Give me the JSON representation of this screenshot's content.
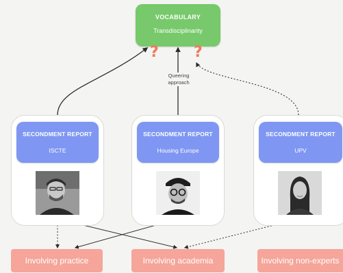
{
  "vocabulary": {
    "title": "VOCABULARY",
    "subtitle": "Transdisciplinarity"
  },
  "question_mark": "?",
  "edge_label": {
    "line1": "Queering",
    "line2": "approach"
  },
  "reports": [
    {
      "title": "SECONDMENT REPORT",
      "org": "ISCTE"
    },
    {
      "title": "SECONDMENT REPORT",
      "org": "Housing Europe"
    },
    {
      "title": "SECONDMENT REPORT",
      "org": "UPV"
    }
  ],
  "outcomes": [
    {
      "label": "Involving practice"
    },
    {
      "label": "Involving academia"
    },
    {
      "label": "Involving non-experts"
    }
  ],
  "colors": {
    "vocabulary": "#77c96b",
    "report": "#7f97f2",
    "outcome": "#f5a59a",
    "question": "#ef7a5a"
  }
}
